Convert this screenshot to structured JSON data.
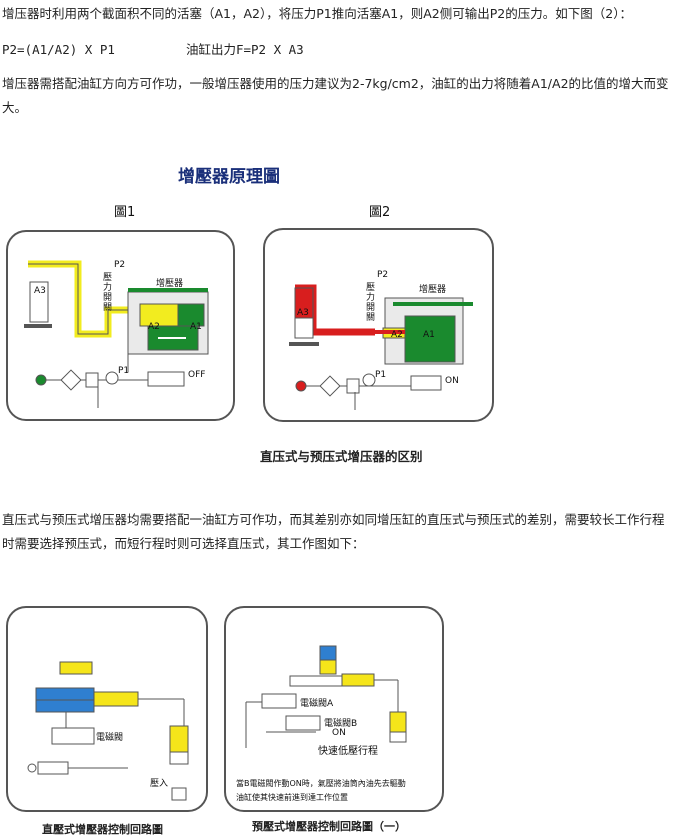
{
  "paragraphs": {
    "p1": "增压器时利用两个截面积不同的活塞（A1，A2），将压力P1推向活塞A1，则A2侧可输出P2的压力。如下图（2）：",
    "formula_left": "P2=(A1/A2) X P1",
    "formula_right": "油缸出力F=P2 X A3",
    "p2_line1": "增压器需搭配油缸方向方可作功，一般增压器使用的压力建议为2-7kg/cm2，油缸的出力将随着A1/A2的比值的增大而变",
    "p2_line2": "大。",
    "p3_line1": "直压式与预压式增压器均需要搭配一油缸方可作功，而其差别亦如同增压缸的直压式与预压式的差别，需要较长工作行程",
    "p3_line2": "时需要选择预压式，而短行程时则可选择直压式，其工作图如下："
  },
  "figure1": {
    "title": "增壓器原理圖",
    "sub1": "圖1",
    "sub2": "圖2",
    "caption": "直压式与预压式增压器的区别",
    "labels": {
      "a3": "A3",
      "p2": "P2",
      "valve": "壓力開關",
      "booster": "增壓器",
      "a2": "A2",
      "a1": "A1",
      "p1": "P1",
      "off": "OFF",
      "on": "ON"
    },
    "colors": {
      "yellow": "#f2ec1f",
      "green": "#1a8a2e",
      "red": "#d81e1e",
      "gray": "#8a8a8a"
    }
  },
  "figure2": {
    "left_caption": "直壓式增壓器控制回路圖",
    "right_caption": "預壓式增壓器控制回路圖（一）",
    "labels": {
      "solenoid": "電磁閥",
      "press_in": "壓入",
      "solenoid_a": "電磁閥A",
      "solenoid_b": "電磁閥B",
      "on": "ON",
      "fast_low": "快速低壓行程",
      "note_line1": "當B電磁閥作動ON時，氣壓將油筒內油先去驅動",
      "note_line2": "油缸使其快速前進到達工作位置"
    },
    "colors": {
      "yellow": "#f5e51a",
      "blue": "#2f7fd0"
    }
  }
}
